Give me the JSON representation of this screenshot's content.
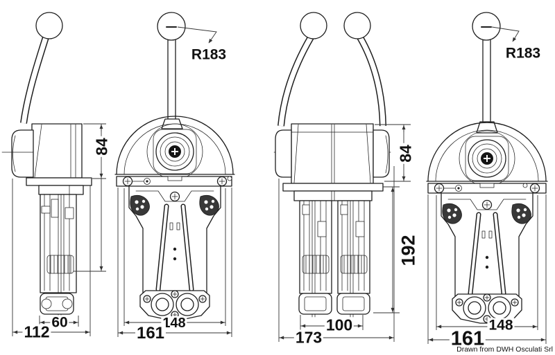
{
  "caption": "Drawn from DWH Osculati Srl",
  "colors": {
    "line": "#1e1e1e",
    "dimension": "#333333",
    "background": "#ffffff"
  },
  "views": {
    "single_lever": {
      "side": {
        "height_above_panel": "84",
        "body_depth": "60",
        "total_depth": "112"
      },
      "front": {
        "lever_radius": "R183",
        "body_width": "148",
        "total_width": "161"
      }
    },
    "twin_lever": {
      "side": {
        "height_above_panel": "84",
        "height_below_panel": "192",
        "body_depth": "100",
        "total_depth": "173"
      },
      "front": {
        "lever_radius": "R183",
        "body_width": "148",
        "total_width": "161"
      }
    }
  }
}
